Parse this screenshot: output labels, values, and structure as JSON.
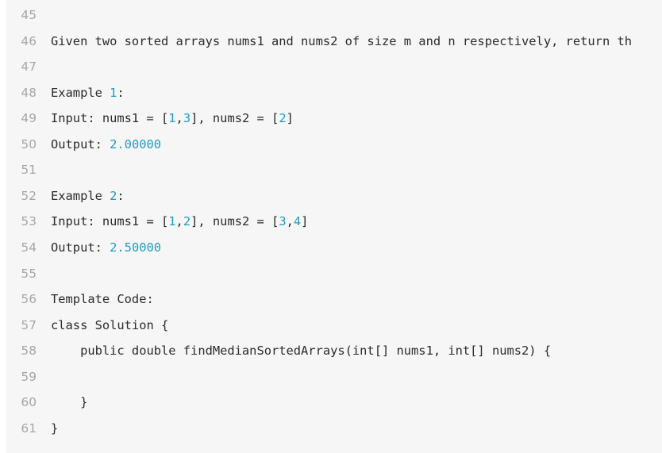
{
  "code_lines": [
    {
      "n": "45",
      "parts": []
    },
    {
      "n": "46",
      "parts": [
        {
          "t": "Given two sorted arrays nums1 and nums2 of size m and n respectively, return th",
          "k": "text"
        }
      ]
    },
    {
      "n": "47",
      "parts": []
    },
    {
      "n": "48",
      "parts": [
        {
          "t": "Example ",
          "k": "text"
        },
        {
          "t": "1",
          "k": "num"
        },
        {
          "t": ":",
          "k": "text"
        }
      ]
    },
    {
      "n": "49",
      "parts": [
        {
          "t": "Input: nums1 = [",
          "k": "text"
        },
        {
          "t": "1",
          "k": "num"
        },
        {
          "t": ",",
          "k": "text"
        },
        {
          "t": "3",
          "k": "num"
        },
        {
          "t": "], nums2 = [",
          "k": "text"
        },
        {
          "t": "2",
          "k": "num"
        },
        {
          "t": "]",
          "k": "text"
        }
      ]
    },
    {
      "n": "50",
      "parts": [
        {
          "t": "Output: ",
          "k": "text"
        },
        {
          "t": "2.00000",
          "k": "num"
        }
      ]
    },
    {
      "n": "51",
      "parts": []
    },
    {
      "n": "52",
      "parts": [
        {
          "t": "Example ",
          "k": "text"
        },
        {
          "t": "2",
          "k": "num"
        },
        {
          "t": ":",
          "k": "text"
        }
      ]
    },
    {
      "n": "53",
      "parts": [
        {
          "t": "Input: nums1 = [",
          "k": "text"
        },
        {
          "t": "1",
          "k": "num"
        },
        {
          "t": ",",
          "k": "text"
        },
        {
          "t": "2",
          "k": "num"
        },
        {
          "t": "], nums2 = [",
          "k": "text"
        },
        {
          "t": "3",
          "k": "num"
        },
        {
          "t": ",",
          "k": "text"
        },
        {
          "t": "4",
          "k": "num"
        },
        {
          "t": "]",
          "k": "text"
        }
      ]
    },
    {
      "n": "54",
      "parts": [
        {
          "t": "Output: ",
          "k": "text"
        },
        {
          "t": "2.50000",
          "k": "num"
        }
      ]
    },
    {
      "n": "55",
      "parts": []
    },
    {
      "n": "56",
      "parts": [
        {
          "t": "Template Code:",
          "k": "text"
        }
      ]
    },
    {
      "n": "57",
      "parts": [
        {
          "t": "class Solution {",
          "k": "text"
        }
      ]
    },
    {
      "n": "58",
      "parts": [
        {
          "t": "    public double findMedianSortedArrays(int[] nums1, int[] nums2) {",
          "k": "text"
        }
      ]
    },
    {
      "n": "59",
      "parts": []
    },
    {
      "n": "60",
      "parts": [
        {
          "t": "    }",
          "k": "text"
        }
      ]
    },
    {
      "n": "61",
      "parts": [
        {
          "t": "}",
          "k": "text"
        }
      ]
    }
  ],
  "colors": {
    "background": "#f6f6f6",
    "line_number": "#a6a6a6",
    "text": "#2b2b2b",
    "number_literal": "#1f9bc4"
  }
}
